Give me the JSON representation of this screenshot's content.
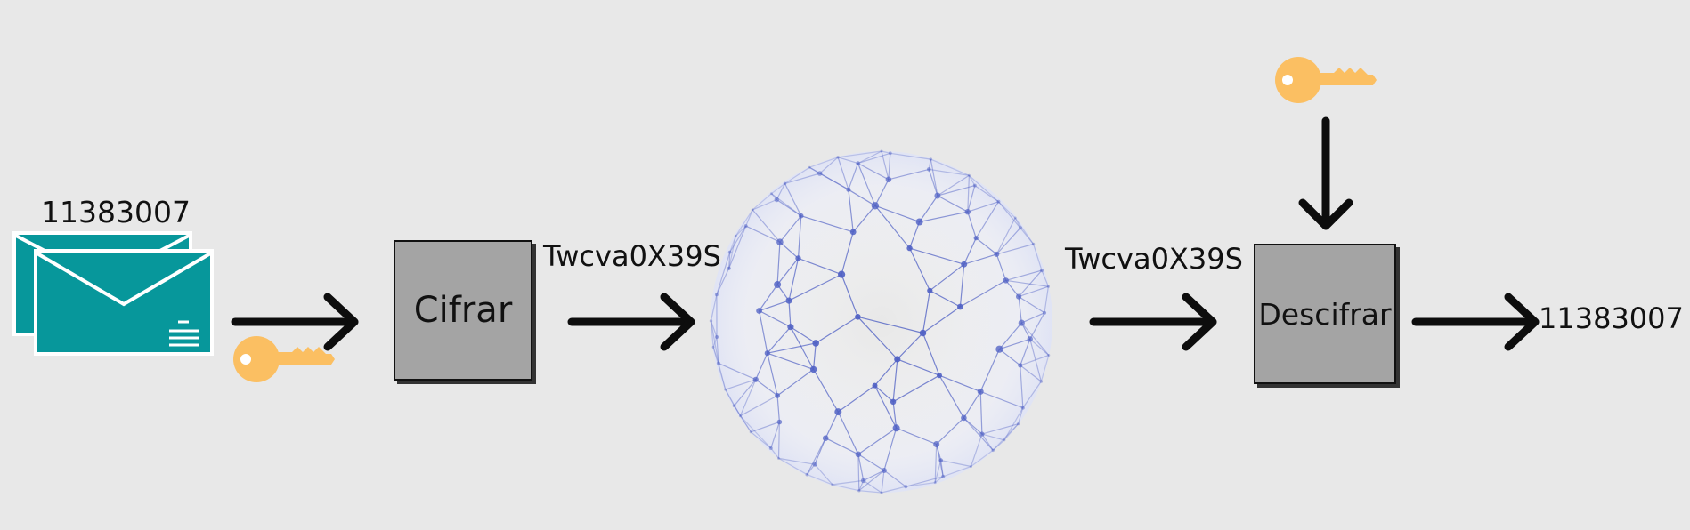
{
  "diagram": {
    "plaintext": "11383007",
    "ciphertext": "Twcva0X39S",
    "encrypt_label": "Cifrar",
    "decrypt_label": "Descifrar",
    "output": "11383007"
  },
  "icons": {
    "message": "envelope-icon",
    "encrypt_key": "key-icon",
    "decrypt_key": "key-icon",
    "network": "globe-network-icon"
  },
  "colors": {
    "envelope": "#07979b",
    "key": "#fbbf62",
    "box": "#a4a4a4",
    "network": "#4f60c4",
    "background": "#e8e8e8"
  }
}
